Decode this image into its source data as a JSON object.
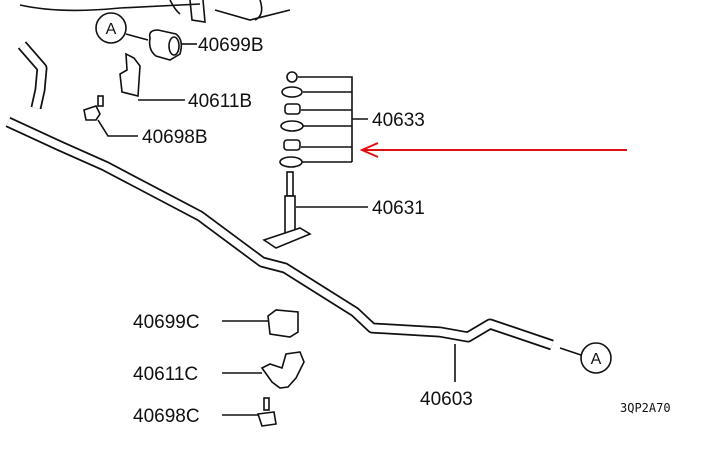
{
  "diagram": {
    "ref_marker": "A",
    "drawing_code": "3QP2A70",
    "highlight_color": "#e01010",
    "parts": [
      {
        "id": "bushing_b",
        "label": "40699B"
      },
      {
        "id": "bracket_b",
        "label": "40611B"
      },
      {
        "id": "bolt_b",
        "label": "40698B"
      },
      {
        "id": "link_kit",
        "label": "40633"
      },
      {
        "id": "link_rod",
        "label": "40631"
      },
      {
        "id": "bushing_c",
        "label": "40699C"
      },
      {
        "id": "bracket_c",
        "label": "40611C"
      },
      {
        "id": "bolt_c",
        "label": "40698C"
      },
      {
        "id": "stabilizer_bar",
        "label": "40603"
      }
    ]
  }
}
